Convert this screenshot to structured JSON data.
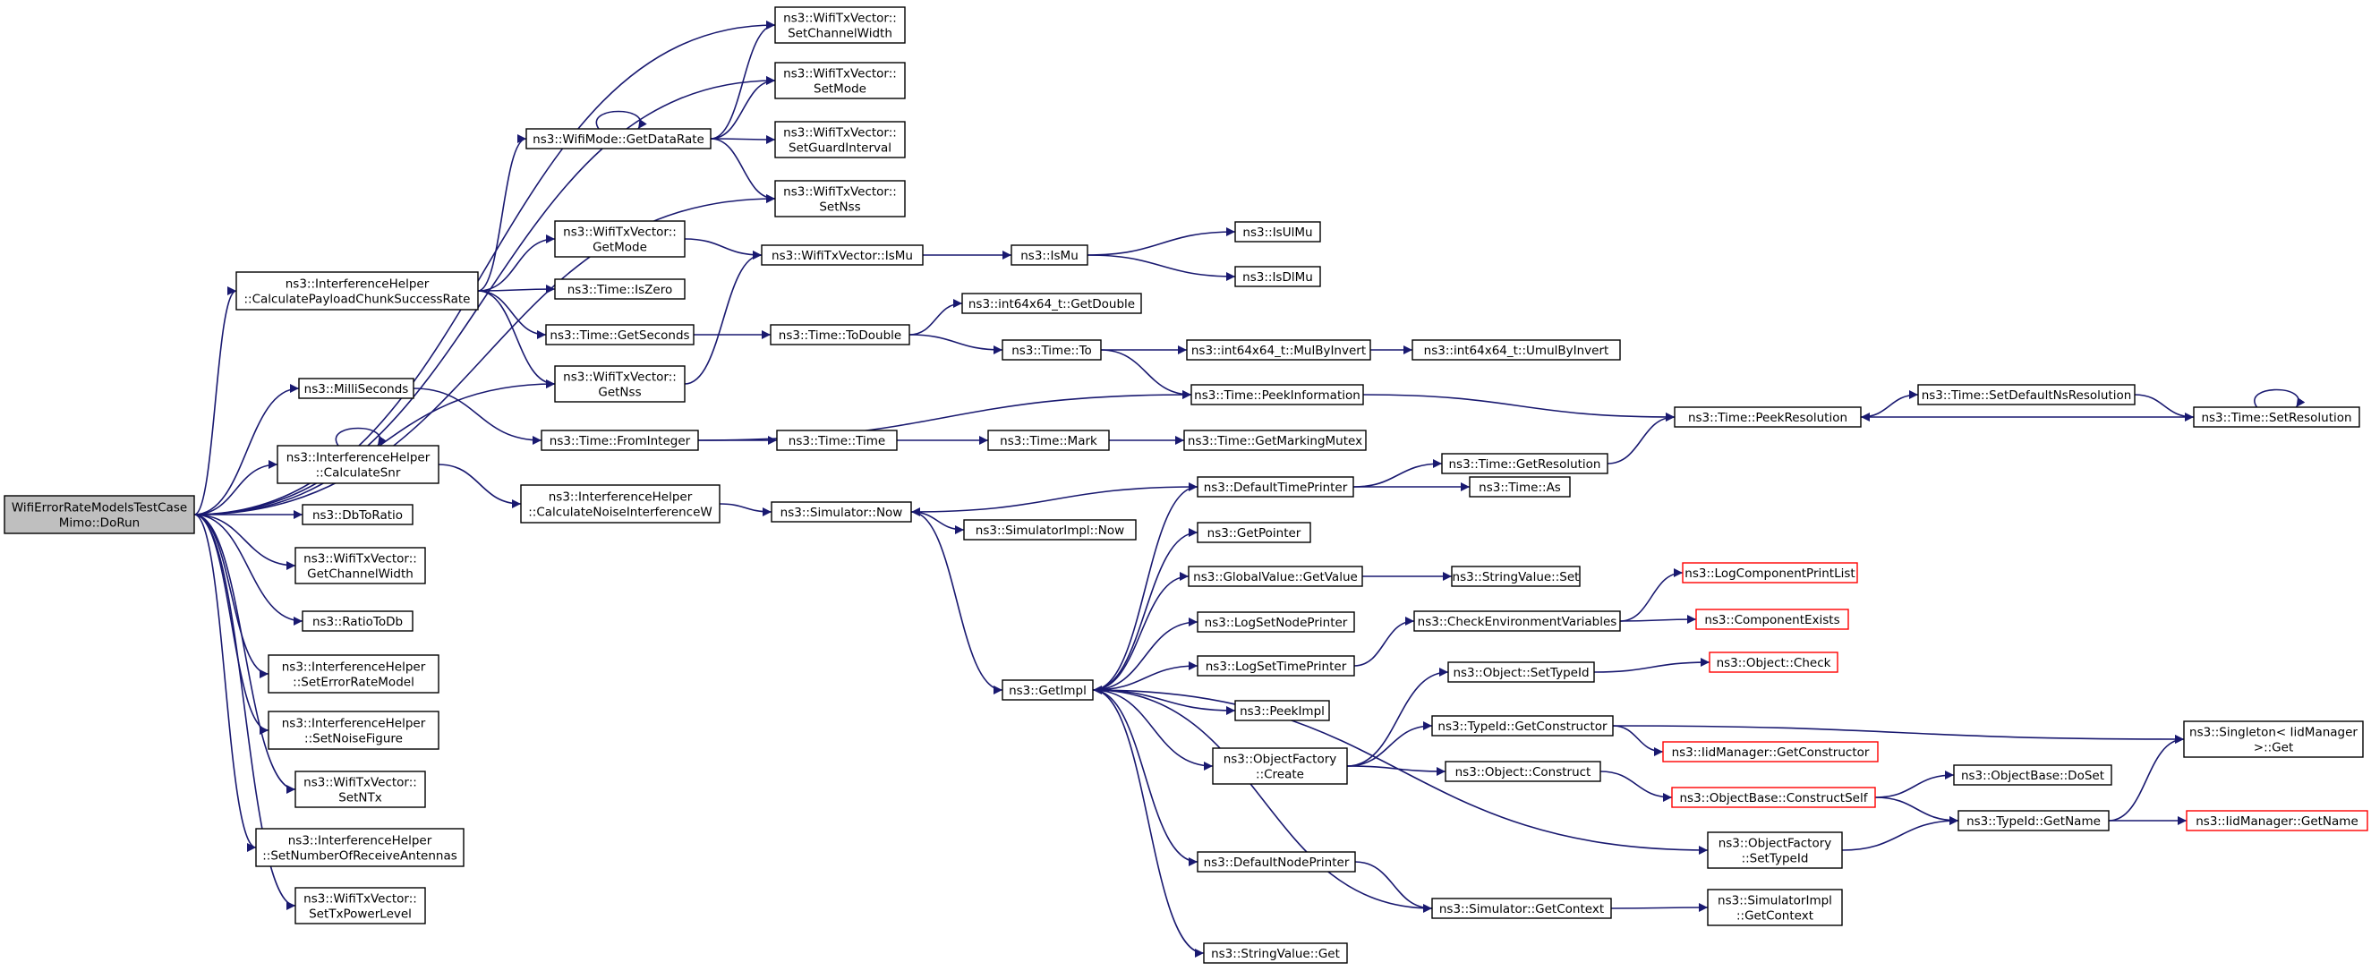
{
  "nodes": [
    {
      "id": "doRun",
      "lines": [
        "WifiErrorRateModelsTestCase",
        "Mimo::DoRun"
      ],
      "root": true
    },
    {
      "id": "setChannelWidth",
      "lines": [
        "ns3::WifiTxVector::",
        "SetChannelWidth"
      ]
    },
    {
      "id": "setMode",
      "lines": [
        "ns3::WifiTxVector::",
        "SetMode"
      ]
    },
    {
      "id": "getDataRate",
      "lines": [
        "ns3::WifiMode::GetDataRate"
      ]
    },
    {
      "id": "setGuardInterval",
      "lines": [
        "ns3::WifiTxVector::",
        "SetGuardInterval"
      ]
    },
    {
      "id": "setNss",
      "lines": [
        "ns3::WifiTxVector::",
        "SetNss"
      ]
    },
    {
      "id": "getMode",
      "lines": [
        "ns3::WifiTxVector::",
        "GetMode"
      ]
    },
    {
      "id": "isMuV",
      "lines": [
        "ns3::WifiTxVector::IsMu"
      ]
    },
    {
      "id": "isMu",
      "lines": [
        "ns3::IsMu"
      ]
    },
    {
      "id": "isUlMu",
      "lines": [
        "ns3::IsUlMu"
      ]
    },
    {
      "id": "isDlMu",
      "lines": [
        "ns3::IsDlMu"
      ]
    },
    {
      "id": "calcPayload",
      "lines": [
        "ns3::InterferenceHelper",
        "::CalculatePayloadChunkSuccessRate"
      ]
    },
    {
      "id": "isZero",
      "lines": [
        "ns3::Time::IsZero"
      ]
    },
    {
      "id": "getSeconds",
      "lines": [
        "ns3::Time::GetSeconds"
      ]
    },
    {
      "id": "toDouble",
      "lines": [
        "ns3::Time::ToDouble"
      ]
    },
    {
      "id": "i64GetDouble",
      "lines": [
        "ns3::int64x64_t::GetDouble"
      ]
    },
    {
      "id": "timeTo",
      "lines": [
        "ns3::Time::To"
      ]
    },
    {
      "id": "mulByInvert",
      "lines": [
        "ns3::int64x64_t::MulByInvert"
      ]
    },
    {
      "id": "umulByInvert",
      "lines": [
        "ns3::int64x64_t::UmulByInvert"
      ]
    },
    {
      "id": "getNss",
      "lines": [
        "ns3::WifiTxVector::",
        "GetNss"
      ]
    },
    {
      "id": "milliSeconds",
      "lines": [
        "ns3::MilliSeconds"
      ]
    },
    {
      "id": "peekInformation",
      "lines": [
        "ns3::Time::PeekInformation"
      ]
    },
    {
      "id": "peekResolution",
      "lines": [
        "ns3::Time::PeekResolution"
      ]
    },
    {
      "id": "setDefaultNsRes",
      "lines": [
        "ns3::Time::SetDefaultNsResolution"
      ]
    },
    {
      "id": "setResolution",
      "lines": [
        "ns3::Time::SetResolution"
      ]
    },
    {
      "id": "fromInteger",
      "lines": [
        "ns3::Time::FromInteger"
      ]
    },
    {
      "id": "timeTime",
      "lines": [
        "ns3::Time::Time"
      ]
    },
    {
      "id": "timeMark",
      "lines": [
        "ns3::Time::Mark"
      ]
    },
    {
      "id": "getMarkingMutex",
      "lines": [
        "ns3::Time::GetMarkingMutex"
      ]
    },
    {
      "id": "calcSnr",
      "lines": [
        "ns3::InterferenceHelper",
        "::CalculateSnr"
      ]
    },
    {
      "id": "calcNoise",
      "lines": [
        "ns3::InterferenceHelper",
        "::CalculateNoiseInterferenceW"
      ]
    },
    {
      "id": "simNow",
      "lines": [
        "ns3::Simulator::Now"
      ]
    },
    {
      "id": "simImplNow",
      "lines": [
        "ns3::SimulatorImpl::Now"
      ]
    },
    {
      "id": "defTimePrinter",
      "lines": [
        "ns3::DefaultTimePrinter"
      ]
    },
    {
      "id": "getResolution",
      "lines": [
        "ns3::Time::GetResolution"
      ]
    },
    {
      "id": "timeAs",
      "lines": [
        "ns3::Time::As"
      ]
    },
    {
      "id": "dbToRatio",
      "lines": [
        "ns3::DbToRatio"
      ]
    },
    {
      "id": "getChannelWidth",
      "lines": [
        "ns3::WifiTxVector::",
        "GetChannelWidth"
      ]
    },
    {
      "id": "getPointer",
      "lines": [
        "ns3::GetPointer"
      ]
    },
    {
      "id": "gvGetValue",
      "lines": [
        "ns3::GlobalValue::GetValue"
      ]
    },
    {
      "id": "svSet",
      "lines": [
        "ns3::StringValue::Set"
      ]
    },
    {
      "id": "ratioToDb",
      "lines": [
        "ns3::RatioToDb"
      ]
    },
    {
      "id": "logSetNodePrinter",
      "lines": [
        "ns3::LogSetNodePrinter"
      ]
    },
    {
      "id": "checkEnvVars",
      "lines": [
        "ns3::CheckEnvironmentVariables"
      ]
    },
    {
      "id": "logCompPrintList",
      "lines": [
        "ns3::LogComponentPrintList"
      ],
      "red": true
    },
    {
      "id": "componentExists",
      "lines": [
        "ns3::ComponentExists"
      ],
      "red": true
    },
    {
      "id": "setErrorRateModel",
      "lines": [
        "ns3::InterferenceHelper",
        "::SetErrorRateModel"
      ]
    },
    {
      "id": "logSetTimePrinter",
      "lines": [
        "ns3::LogSetTimePrinter"
      ]
    },
    {
      "id": "getImpl",
      "lines": [
        "ns3::GetImpl"
      ]
    },
    {
      "id": "objSetTypeId",
      "lines": [
        "ns3::Object::SetTypeId"
      ]
    },
    {
      "id": "objCheck",
      "lines": [
        "ns3::Object::Check"
      ],
      "red": true
    },
    {
      "id": "peekImpl",
      "lines": [
        "ns3::PeekImpl"
      ]
    },
    {
      "id": "setNoiseFigure",
      "lines": [
        "ns3::InterferenceHelper",
        "::SetNoiseFigure"
      ]
    },
    {
      "id": "tidGetConstructor",
      "lines": [
        "ns3::TypeId::GetConstructor"
      ]
    },
    {
      "id": "iidGetConstructor",
      "lines": [
        "ns3::IidManager::GetConstructor"
      ],
      "red": true
    },
    {
      "id": "singletonGet",
      "lines": [
        "ns3::Singleton< IidManager",
        ">::Get"
      ]
    },
    {
      "id": "ofCreate",
      "lines": [
        "ns3::ObjectFactory",
        "::Create"
      ]
    },
    {
      "id": "setNTx",
      "lines": [
        "ns3::WifiTxVector::",
        "SetNTx"
      ]
    },
    {
      "id": "objConstruct",
      "lines": [
        "ns3::Object::Construct"
      ]
    },
    {
      "id": "obDoSet",
      "lines": [
        "ns3::ObjectBase::DoSet"
      ]
    },
    {
      "id": "obConstructSelf",
      "lines": [
        "ns3::ObjectBase::ConstructSelf"
      ],
      "red": true
    },
    {
      "id": "tidGetName",
      "lines": [
        "ns3::TypeId::GetName"
      ]
    },
    {
      "id": "iidGetName",
      "lines": [
        "ns3::IidManager::GetName"
      ],
      "red": true
    },
    {
      "id": "ofSetTypeId",
      "lines": [
        "ns3::ObjectFactory",
        "::SetTypeId"
      ]
    },
    {
      "id": "setNumRxAnt",
      "lines": [
        "ns3::InterferenceHelper",
        "::SetNumberOfReceiveAntennas"
      ]
    },
    {
      "id": "defNodePrinter",
      "lines": [
        "ns3::DefaultNodePrinter"
      ]
    },
    {
      "id": "simGetContext",
      "lines": [
        "ns3::Simulator::GetContext"
      ]
    },
    {
      "id": "simImplGetContext",
      "lines": [
        "ns3::SimulatorImpl",
        "::GetContext"
      ]
    },
    {
      "id": "setTxPowerLevel",
      "lines": [
        "ns3::WifiTxVector::",
        "SetTxPowerLevel"
      ]
    },
    {
      "id": "svGet",
      "lines": [
        "ns3::StringValue::Get"
      ]
    }
  ],
  "edges": [
    [
      "doRun",
      "setChannelWidth"
    ],
    [
      "doRun",
      "setMode"
    ],
    [
      "doRun",
      "setNss"
    ],
    [
      "doRun",
      "calcPayload"
    ],
    [
      "doRun",
      "getNss"
    ],
    [
      "doRun",
      "milliSeconds"
    ],
    [
      "doRun",
      "calcSnr"
    ],
    [
      "doRun",
      "dbToRatio"
    ],
    [
      "doRun",
      "getChannelWidth"
    ],
    [
      "doRun",
      "ratioToDb"
    ],
    [
      "doRun",
      "setErrorRateModel"
    ],
    [
      "doRun",
      "setNoiseFigure"
    ],
    [
      "doRun",
      "setNTx"
    ],
    [
      "doRun",
      "setNumRxAnt"
    ],
    [
      "doRun",
      "setTxPowerLevel"
    ],
    [
      "getDataRate",
      "getDataRate"
    ],
    [
      "getDataRate",
      "setChannelWidth"
    ],
    [
      "getDataRate",
      "setMode"
    ],
    [
      "getDataRate",
      "setGuardInterval"
    ],
    [
      "getDataRate",
      "setNss"
    ],
    [
      "calcPayload",
      "getDataRate"
    ],
    [
      "calcPayload",
      "getMode"
    ],
    [
      "calcPayload",
      "isZero"
    ],
    [
      "calcPayload",
      "getSeconds"
    ],
    [
      "calcPayload",
      "getNss"
    ],
    [
      "getMode",
      "isMuV"
    ],
    [
      "getNss",
      "isMuV"
    ],
    [
      "isMuV",
      "isMu"
    ],
    [
      "isMu",
      "isUlMu"
    ],
    [
      "isMu",
      "isDlMu"
    ],
    [
      "getSeconds",
      "toDouble"
    ],
    [
      "toDouble",
      "i64GetDouble"
    ],
    [
      "toDouble",
      "timeTo"
    ],
    [
      "timeTo",
      "mulByInvert"
    ],
    [
      "timeTo",
      "peekInformation"
    ],
    [
      "mulByInvert",
      "umulByInvert"
    ],
    [
      "milliSeconds",
      "fromInteger"
    ],
    [
      "fromInteger",
      "peekInformation"
    ],
    [
      "fromInteger",
      "timeTime"
    ],
    [
      "timeTime",
      "timeMark"
    ],
    [
      "timeMark",
      "getMarkingMutex"
    ],
    [
      "peekInformation",
      "peekResolution"
    ],
    [
      "peekResolution",
      "setDefaultNsRes"
    ],
    [
      "setDefaultNsRes",
      "setResolution"
    ],
    [
      "setResolution",
      "peekResolution"
    ],
    [
      "setResolution",
      "setResolution"
    ],
    [
      "calcSnr",
      "calcSnr"
    ],
    [
      "calcSnr",
      "calcNoise"
    ],
    [
      "calcNoise",
      "simNow"
    ],
    [
      "simNow",
      "simImplNow"
    ],
    [
      "simNow",
      "getImpl"
    ],
    [
      "defTimePrinter",
      "simNow"
    ],
    [
      "defTimePrinter",
      "getResolution"
    ],
    [
      "defTimePrinter",
      "timeAs"
    ],
    [
      "getResolution",
      "peekResolution"
    ],
    [
      "getImpl",
      "defTimePrinter"
    ],
    [
      "getImpl",
      "getPointer"
    ],
    [
      "getImpl",
      "gvGetValue"
    ],
    [
      "getImpl",
      "logSetNodePrinter"
    ],
    [
      "getImpl",
      "logSetTimePrinter"
    ],
    [
      "getImpl",
      "peekImpl"
    ],
    [
      "getImpl",
      "ofCreate"
    ],
    [
      "getImpl",
      "defNodePrinter"
    ],
    [
      "getImpl",
      "svGet"
    ],
    [
      "getImpl",
      "ofSetTypeId"
    ],
    [
      "gvGetValue",
      "svSet"
    ],
    [
      "logSetTimePrinter",
      "checkEnvVars"
    ],
    [
      "checkEnvVars",
      "logCompPrintList"
    ],
    [
      "checkEnvVars",
      "componentExists"
    ],
    [
      "ofCreate",
      "objSetTypeId"
    ],
    [
      "ofCreate",
      "tidGetConstructor"
    ],
    [
      "ofCreate",
      "objConstruct"
    ],
    [
      "objSetTypeId",
      "objCheck"
    ],
    [
      "tidGetConstructor",
      "iidGetConstructor"
    ],
    [
      "tidGetConstructor",
      "singletonGet"
    ],
    [
      "objConstruct",
      "obConstructSelf"
    ],
    [
      "obConstructSelf",
      "obDoSet"
    ],
    [
      "obConstructSelf",
      "tidGetName"
    ],
    [
      "tidGetName",
      "singletonGet"
    ],
    [
      "tidGetName",
      "iidGetName"
    ],
    [
      "ofSetTypeId",
      "tidGetName"
    ],
    [
      "defNodePrinter",
      "simGetContext"
    ],
    [
      "simGetContext",
      "simImplGetContext"
    ],
    [
      "simGetContext",
      "getImpl"
    ]
  ]
}
